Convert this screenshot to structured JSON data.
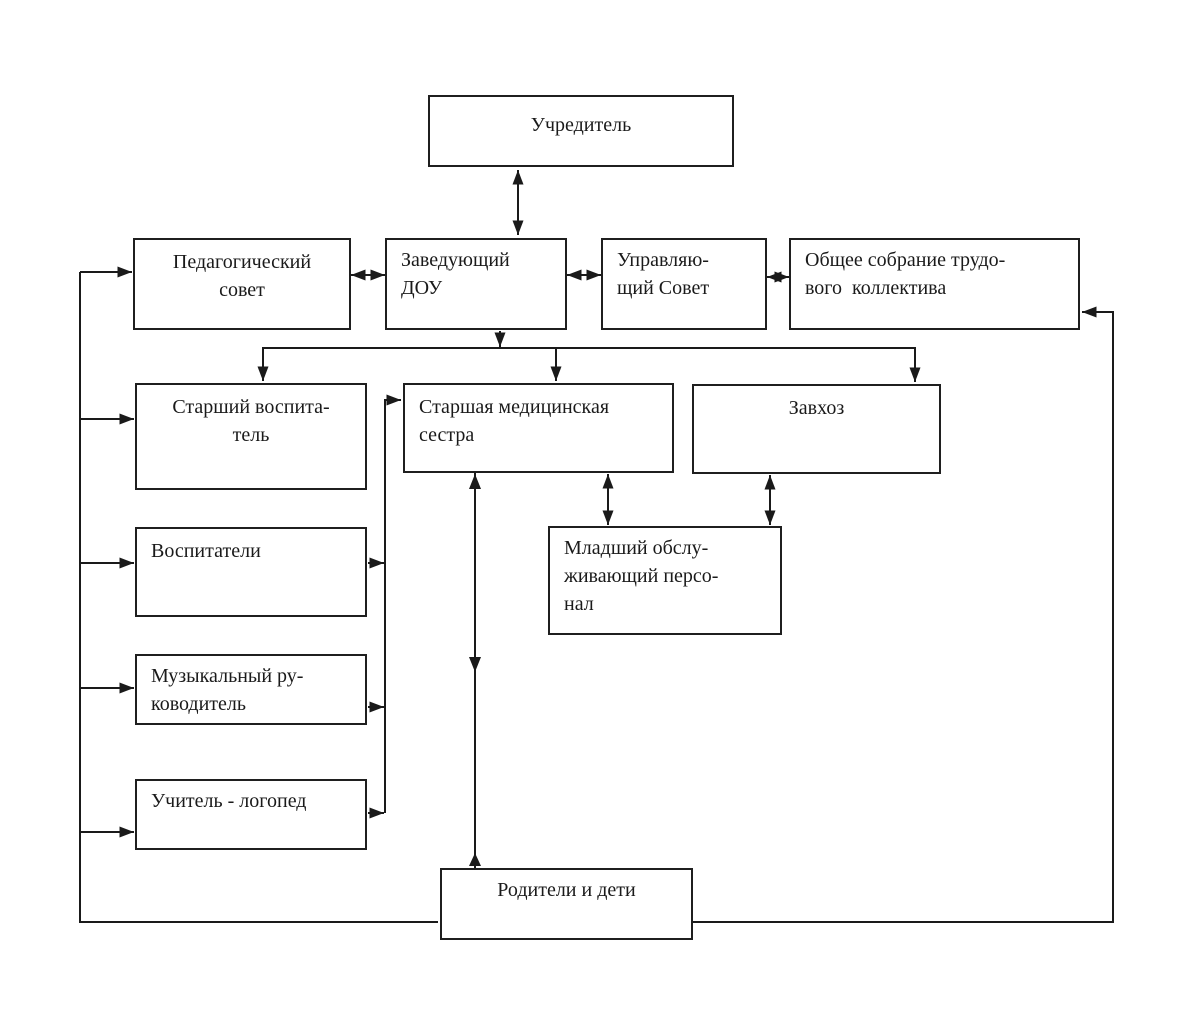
{
  "diagram": {
    "type": "org-chart",
    "language": "ru",
    "colors": {
      "background": "#ffffff",
      "line": "#1a1a1a",
      "box_border": "#1f1f1f",
      "text": "#1a1a1a"
    },
    "nodes": {
      "founder": {
        "lines": [
          "Учредитель"
        ]
      },
      "ped_council": {
        "lines": [
          "Педагогический",
          "совет"
        ]
      },
      "head_dou": {
        "lines": [
          "Заведующий",
          "ДОУ"
        ]
      },
      "gov_council": {
        "lines": [
          "Управляю-",
          "щий Совет"
        ]
      },
      "general_meeting": {
        "lines": [
          "Общее собрание трудо-",
          "вого  коллектива"
        ]
      },
      "senior_educator": {
        "lines": [
          "Старший воспита-",
          "тель"
        ]
      },
      "head_nurse": {
        "lines": [
          "Старшая медицинская",
          "сестра"
        ]
      },
      "supply_manager": {
        "lines": [
          "Завхоз"
        ]
      },
      "educators": {
        "lines": [
          "Воспитатели"
        ]
      },
      "junior_staff": {
        "lines": [
          "Младший обслу-",
          "живающий персо-",
          "нал"
        ]
      },
      "music_director": {
        "lines": [
          "Музыкальный ру-",
          "ководитель"
        ]
      },
      "speech_therapist": {
        "lines": [
          "Учитель - логопед"
        ]
      },
      "parents_children": {
        "lines": [
          "Родители и дети"
        ]
      }
    }
  }
}
